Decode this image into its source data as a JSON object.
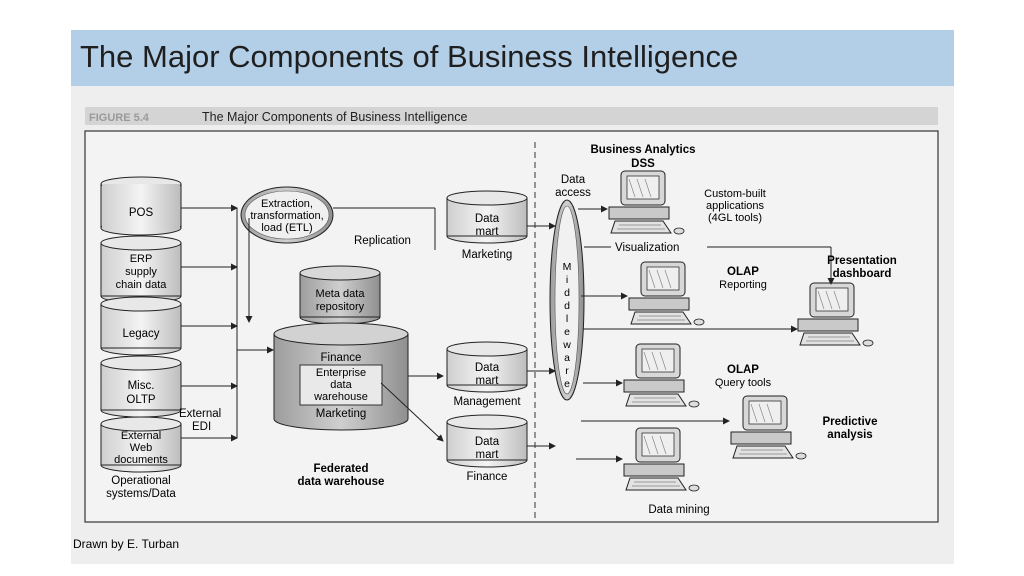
{
  "slide": {
    "title": "The Major Components of Business Intelligence"
  },
  "figure": {
    "label": "FIGURE 5.4",
    "caption": "The Major Components of Business Intelligence",
    "credit": "Drawn by E. Turban"
  },
  "sources": {
    "items": [
      {
        "label": "POS"
      },
      {
        "label": "ERP supply chain data"
      },
      {
        "label": "Legacy"
      },
      {
        "label": "Misc. OLTP"
      },
      {
        "label": "External Web documents"
      }
    ],
    "group_label": "Operational systems/Data",
    "external_edi": "External EDI"
  },
  "warehouse": {
    "etl": "Extraction, transformation, load (ETL)",
    "replication": "Replication",
    "meta": "Meta data repository",
    "dw_top": "Finance",
    "dw_middle": "Enterprise data warehouse",
    "dw_bottom": "Marketing",
    "federated": "Federated data warehouse"
  },
  "marts": [
    {
      "name": "Data mart",
      "dept": "Marketing"
    },
    {
      "name": "Data mart",
      "dept": "Management"
    },
    {
      "name": "Data mart",
      "dept": "Finance"
    }
  ],
  "middleware": {
    "data_access": "Data access",
    "letters": "Middleware"
  },
  "analytics": {
    "header": "Business Analytics",
    "dss": "DSS",
    "custom": "Custom-built applications (4GL tools)",
    "visualization": "Visualization",
    "olap1_title": "OLAP",
    "olap1_sub": "Reporting",
    "olap2_title": "OLAP",
    "olap2_sub": "Query tools",
    "data_mining": "Data mining",
    "presentation": "Presentation dashboard",
    "predictive": "Predictive analysis"
  }
}
